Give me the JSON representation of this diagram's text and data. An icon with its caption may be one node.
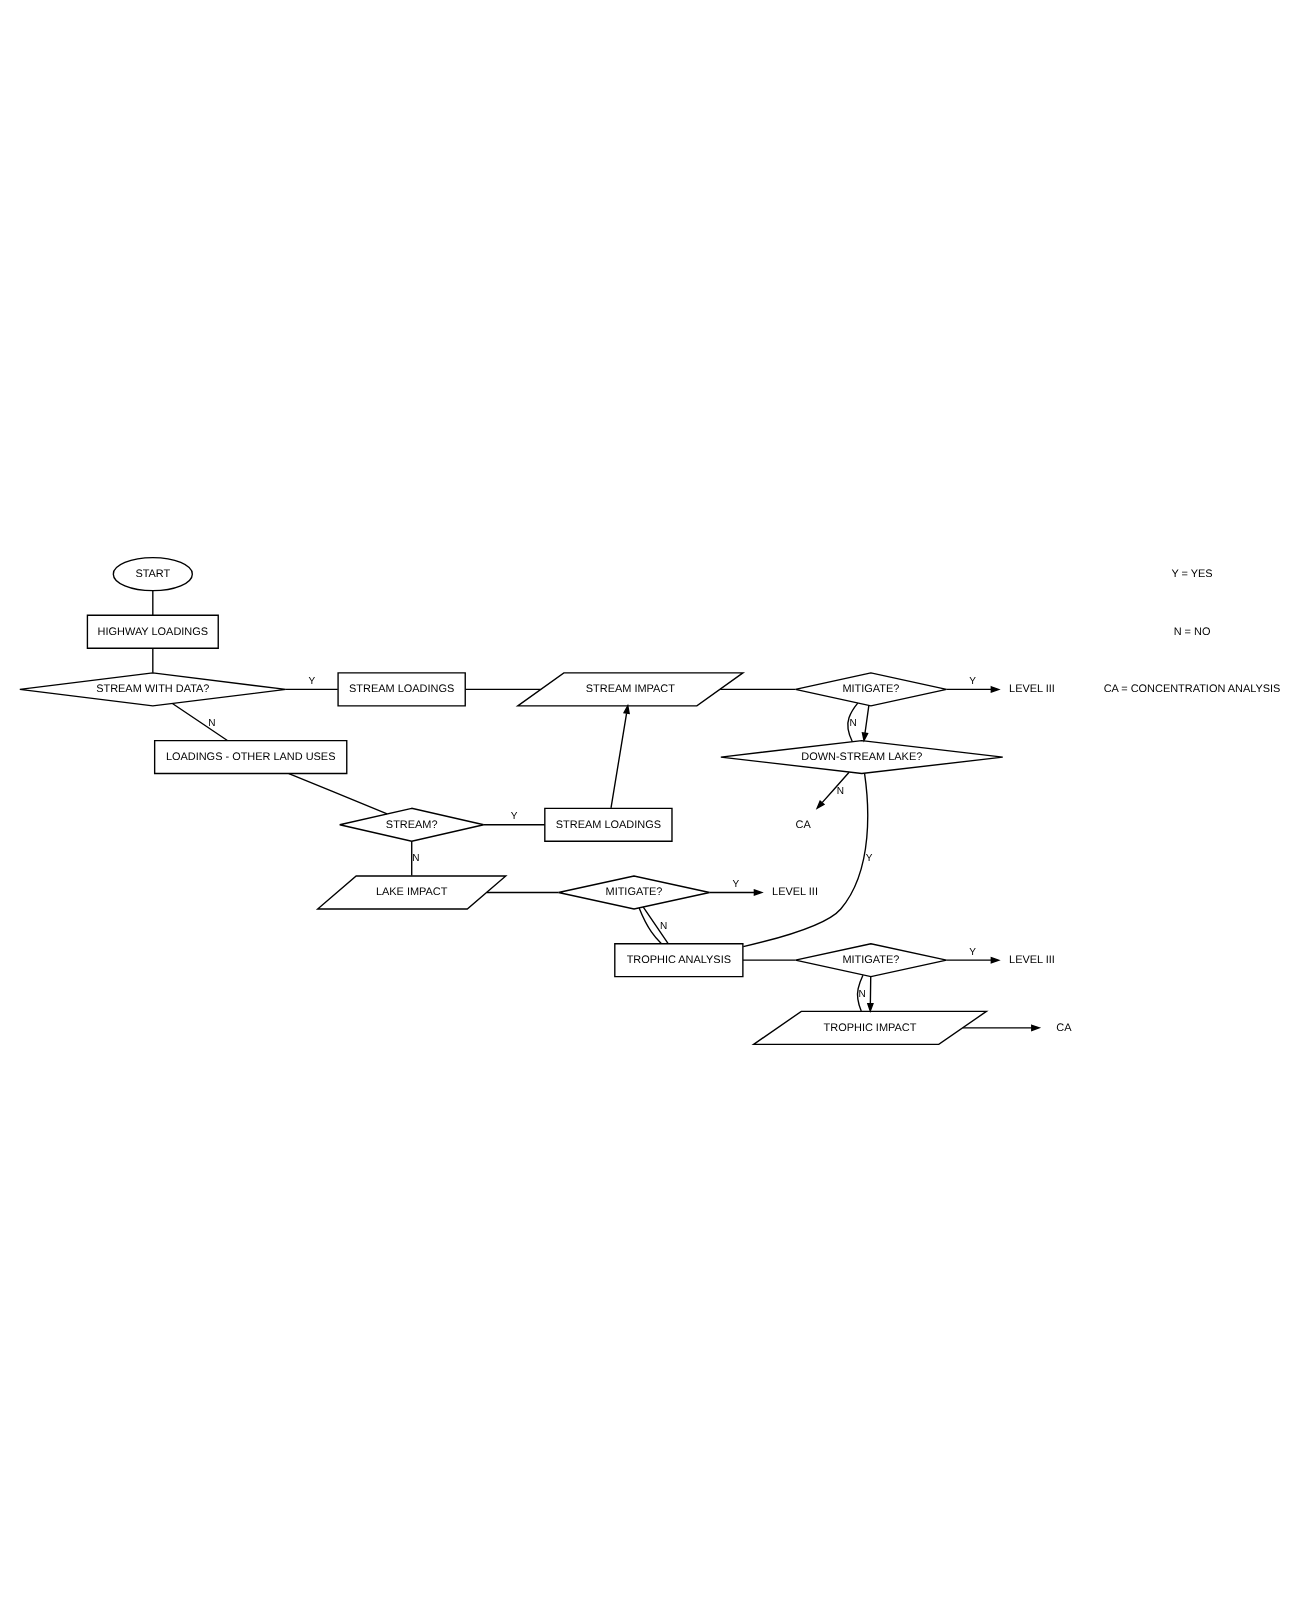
{
  "diagram": {
    "nodes": [
      {
        "text": [
          "START"
        ]
      },
      {
        "text": [
          "HIGHWAY LOADINGS"
        ]
      },
      {
        "text": [
          "STREAM WITH DATA?"
        ]
      },
      {
        "text": [
          "STREAM LOADINGS"
        ]
      },
      {
        "text": [
          "STREAM IMPACT"
        ]
      },
      {
        "text": [
          "MITIGATE?"
        ]
      },
      {
        "text": [
          "LEVEL III"
        ]
      },
      {
        "text": [
          "LOADINGS - OTHER LAND USES"
        ]
      },
      {
        "text": [
          "DOWN-STREAM LAKE?"
        ]
      },
      {
        "text": [
          "CA"
        ]
      },
      {
        "text": [
          "STREAM?"
        ]
      },
      {
        "text": [
          "STREAM LOADINGS"
        ]
      },
      {
        "text": [
          "LAKE IMPACT"
        ]
      },
      {
        "text": [
          "MITIGATE?"
        ]
      },
      {
        "text": [
          "LEVEL III"
        ]
      },
      {
        "text": [
          "TROPHIC ANALYSIS"
        ]
      },
      {
        "text": [
          "MITIGATE?"
        ]
      },
      {
        "text": [
          "LEVEL III"
        ]
      },
      {
        "text": [
          "TROPHIC IMPACT"
        ]
      },
      {
        "text": [
          "CA"
        ]
      }
    ],
    "edges": [
      {
        "from": 0,
        "to": 1,
        "arrow": "none"
      },
      {
        "from": 1,
        "to": 2,
        "arrow": "none"
      },
      {
        "from": 2,
        "to": 3,
        "label": "Y",
        "arrow": "none"
      },
      {
        "from": 3,
        "to": 4,
        "arrow": "none"
      },
      {
        "from": 11,
        "to": 4,
        "arrow": "to"
      },
      {
        "from": 4,
        "to": 5,
        "arrow": "none"
      },
      {
        "from": 5,
        "to": 6,
        "label": "Y",
        "arrow": "to"
      },
      {
        "from": 5,
        "to": 8,
        "label": "N",
        "arrow": "none"
      },
      {
        "from": 5,
        "to": 8,
        "arrow": "to"
      },
      {
        "from": 2,
        "to": 7,
        "label": "N",
        "arrow": "none"
      },
      {
        "from": 7,
        "to": 10,
        "arrow": "none"
      },
      {
        "from": 10,
        "to": 11,
        "label": "Y",
        "arrow": "none"
      },
      {
        "from": 10,
        "to": 12,
        "label": "N",
        "arrow": "none"
      },
      {
        "from": 12,
        "to": 13,
        "arrow": "none"
      },
      {
        "from": 13,
        "to": 14,
        "label": "Y",
        "arrow": "to"
      },
      {
        "from": 13,
        "to": 15,
        "label": "N",
        "arrow": "none"
      },
      {
        "from": 13,
        "to": 15,
        "arrow": "none"
      },
      {
        "from": 8,
        "to": 9,
        "label": "N",
        "arrow": "to"
      },
      {
        "from": 8,
        "to": 15,
        "label": "Y",
        "arrow": "none"
      },
      {
        "from": 15,
        "to": 16,
        "arrow": "none"
      },
      {
        "from": 16,
        "to": 17,
        "label": "Y",
        "arrow": "to"
      },
      {
        "from": 16,
        "to": 18,
        "label": "N",
        "arrow": "none"
      },
      {
        "from": 16,
        "to": 18,
        "arrow": "to"
      },
      {
        "from": 18,
        "to": 19,
        "arrow": "to"
      }
    ],
    "labels": [
      "Y = YES",
      "N = NO",
      "CA = CONCENTRATION ANALYSIS"
    ]
  }
}
